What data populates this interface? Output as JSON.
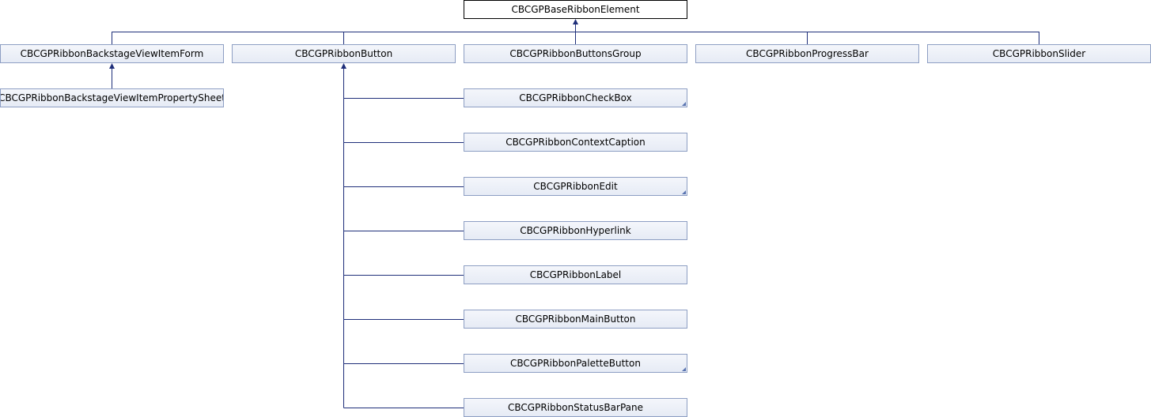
{
  "diagram": {
    "title": "CBCGPBaseRibbonElement class inheritance diagram",
    "colors": {
      "edge": "#1f2f7a",
      "node_border": "#8d9ec3",
      "node_fill": "#eaeef7",
      "base_border": "#000000"
    },
    "base_class": {
      "label": "CBCGPBaseRibbonElement"
    },
    "direct_children": [
      {
        "label": "CBCGPRibbonBackstageViewItemForm"
      },
      {
        "label": "CBCGPRibbonButton"
      },
      {
        "label": "CBCGPRibbonButtonsGroup"
      },
      {
        "label": "CBCGPRibbonProgressBar"
      },
      {
        "label": "CBCGPRibbonSlider"
      }
    ],
    "backstage_children": [
      {
        "label": "CBCGPRibbonBackstageViewItemPropertySheet"
      }
    ],
    "button_children": [
      {
        "label": "CBCGPRibbonCheckBox",
        "has_more": true
      },
      {
        "label": "CBCGPRibbonContextCaption",
        "has_more": false
      },
      {
        "label": "CBCGPRibbonEdit",
        "has_more": true
      },
      {
        "label": "CBCGPRibbonHyperlink",
        "has_more": false
      },
      {
        "label": "CBCGPRibbonLabel",
        "has_more": false
      },
      {
        "label": "CBCGPRibbonMainButton",
        "has_more": false
      },
      {
        "label": "CBCGPRibbonPaletteButton",
        "has_more": true
      },
      {
        "label": "CBCGPRibbonStatusBarPane",
        "has_more": false
      }
    ]
  }
}
